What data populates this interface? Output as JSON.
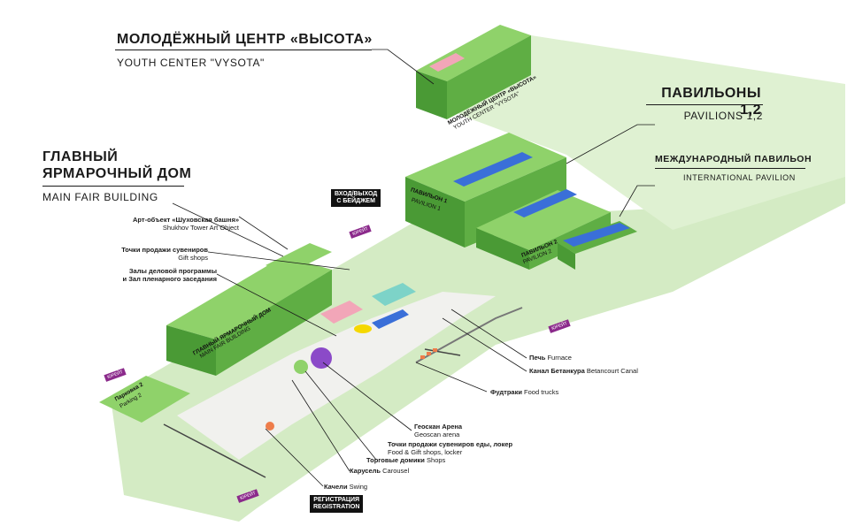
{
  "titles": {
    "youth_ru": "МОЛОДЁЖНЫЙ ЦЕНТР «ВЫСОТА»",
    "youth_en": "YOUTH CENTER \"VYSOTA\"",
    "pav_ru": "ПАВИЛЬОНЫ 1,2",
    "pav_en": "PAVILIONS 1,2",
    "main_ru_1": "ГЛАВНЫЙ",
    "main_ru_2": "ЯРМАРОЧНЫЙ ДОМ",
    "main_en": "MAIN FAIR BUILDING",
    "intl_ru": "МЕЖДУНАРОДНЫЙ ПАВИЛЬОН",
    "intl_en": "INTERNATIONAL PAVILION"
  },
  "tags": {
    "entrance_1": "ВХОД/ВЫХОД",
    "entrance_2": "С БЕЙДЖЕМ",
    "registration_1": "РЕГИСТРАЦИЯ",
    "registration_2": "REGISTRATION",
    "exit": "ЮРЕЙТ"
  },
  "callouts": {
    "art_ru": "Арт-объект «Шуховская башня»",
    "art_en": "Shukhov Tower Art Object",
    "souvenir_ru": "Точки продажи сувениров",
    "souvenir_en": "Gift shops",
    "halls_ru_1": "Залы деловой программы",
    "halls_ru_2": "и Зал пленарного заседания",
    "furnace_ru": "Печь",
    "furnace_en": "Furnace",
    "canal_ru": "Канал Бетанкура",
    "canal_en": "Betancourt Canal",
    "foodtrucks_ru": "Фудтраки",
    "foodtrucks_en": "Food trucks",
    "geoscan_ru": "Геоскан Арена",
    "geoscan_en": "Geoscan arena",
    "foodgift_ru": "Точки продажи сувениров еды, локер",
    "foodgift_en": "Food & Gift shops, locker",
    "shops_ru": "Торговые домики",
    "shops_en": "Shops",
    "carousel_ru": "Карусель",
    "carousel_en": "Carousel",
    "swing_ru": "Качели",
    "swing_en": "Swing"
  },
  "building_labels": {
    "main_ru": "ГЛАВНЫЙ ЯРМАРОЧНЫЙ ДОМ",
    "main_en": "MAIN FAIR BUILDING",
    "youth_ru": "МОЛОДЁЖНЫЙ ЦЕНТР «ВЫСОТА»",
    "youth_en": "YOUTH CENTER \"VYSOTA\"",
    "pav1_ru": "ПАВИЛЬОН 1",
    "pav1_en": "PAVILION 1",
    "pav2_ru": "ПАВИЛЬОН 2",
    "pav2_en": "PAVILION 2",
    "parking": "Парковка 2",
    "parking_en": "Parking 2"
  },
  "colors": {
    "ground": "#d4ebc4",
    "building_top": "#8fd26a",
    "building_side": "#5fae44",
    "building_dark": "#4a9a35",
    "path": "#ececec",
    "purple": "#8b2a8b",
    "blue": "#3a6fd8",
    "pink": "#f2a6b8",
    "teal": "#7dd3c8",
    "orange": "#ee7d4a",
    "yellow": "#f5d800"
  }
}
